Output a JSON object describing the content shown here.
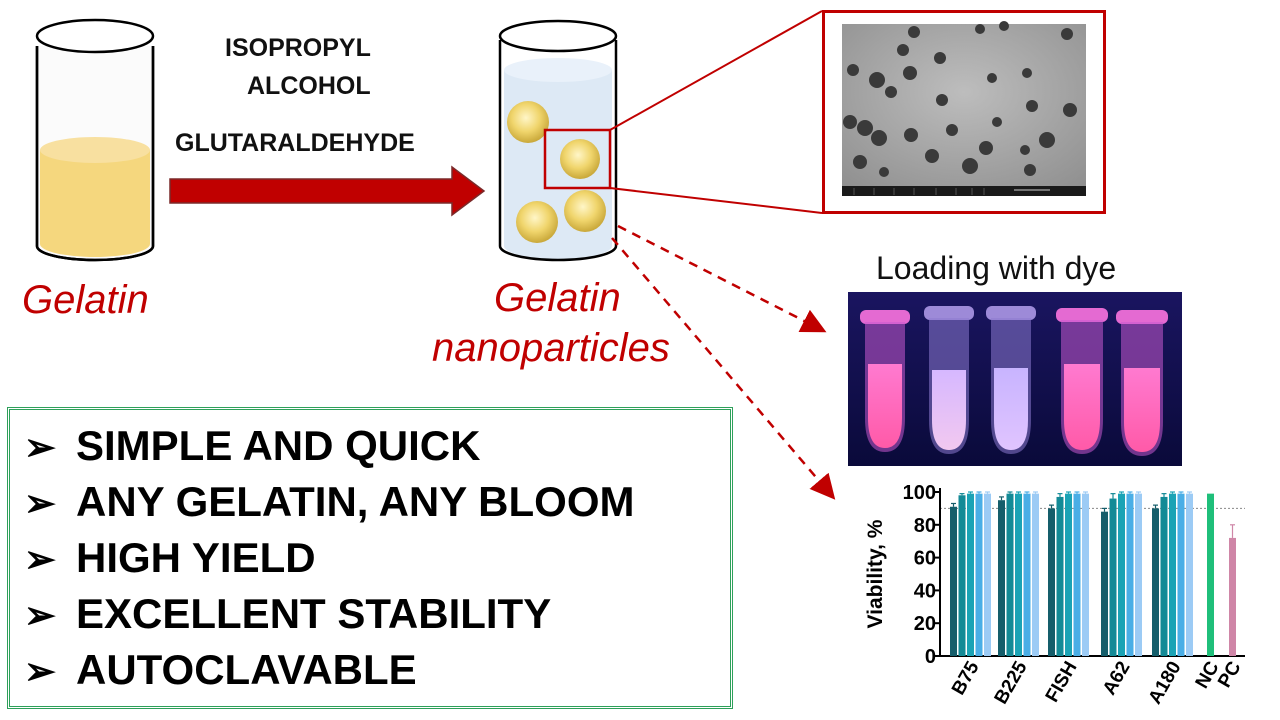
{
  "reagents": {
    "line1": "ISOPROPYL",
    "line2": "ALCOHOL",
    "line3": "GLUTARALDEHYDE"
  },
  "labels": {
    "gelatin": "Gelatin",
    "product_line1": "Gelatin",
    "product_line2": "nanoparticles",
    "loading": "Loading with dye"
  },
  "benefits": [
    {
      "marker": "➢",
      "text": "SIMPLE AND QUICK"
    },
    {
      "marker": "➢",
      "text": "ANY GELATIN, ANY BLOOM"
    },
    {
      "marker": "➢",
      "text": "HIGH YIELD"
    },
    {
      "marker": "➢",
      "text": "EXCELLENT STABILITY"
    },
    {
      "marker": "➢",
      "text": "AUTOCLAVABLE"
    }
  ],
  "colors": {
    "arrow_red": "#c00000",
    "gelatin_yellow": "#f5d77e",
    "box_green": "#2ea05a"
  },
  "chart_data": {
    "type": "bar",
    "ylabel": "Viability, %",
    "ylim": [
      0,
      100
    ],
    "yticks": [
      0,
      20,
      40,
      60,
      80,
      100
    ],
    "reference_line": 90,
    "categories": [
      "B75",
      "B225",
      "FISH",
      "A62",
      "A180",
      "NC",
      "PC"
    ],
    "groups": [
      {
        "category": "B75",
        "values": [
          91,
          98,
          99,
          99,
          99
        ],
        "errors": [
          2,
          1,
          1,
          1,
          1
        ]
      },
      {
        "category": "B225",
        "values": [
          95,
          99,
          99,
          99,
          99
        ],
        "errors": [
          2,
          1,
          1,
          1,
          1
        ]
      },
      {
        "category": "FISH",
        "values": [
          90,
          97,
          99,
          99,
          99
        ],
        "errors": [
          2,
          2,
          1,
          1,
          1
        ]
      },
      {
        "category": "A62",
        "values": [
          88,
          96,
          99,
          99,
          99
        ],
        "errors": [
          2,
          3,
          1,
          1,
          1
        ]
      },
      {
        "category": "A180",
        "values": [
          90,
          97,
          99,
          99,
          99
        ],
        "errors": [
          2,
          2,
          1,
          1,
          1
        ]
      },
      {
        "category": "NC",
        "values": [
          99
        ],
        "errors": [
          0
        ]
      },
      {
        "category": "PC",
        "values": [
          72
        ],
        "errors": [
          8
        ]
      }
    ],
    "bar_colors": [
      "#155e6b",
      "#138a96",
      "#1aa3b5",
      "#4aaee6",
      "#9ccbf5"
    ],
    "nc_color": "#1fbf7a",
    "pc_color": "#cf86a7"
  }
}
